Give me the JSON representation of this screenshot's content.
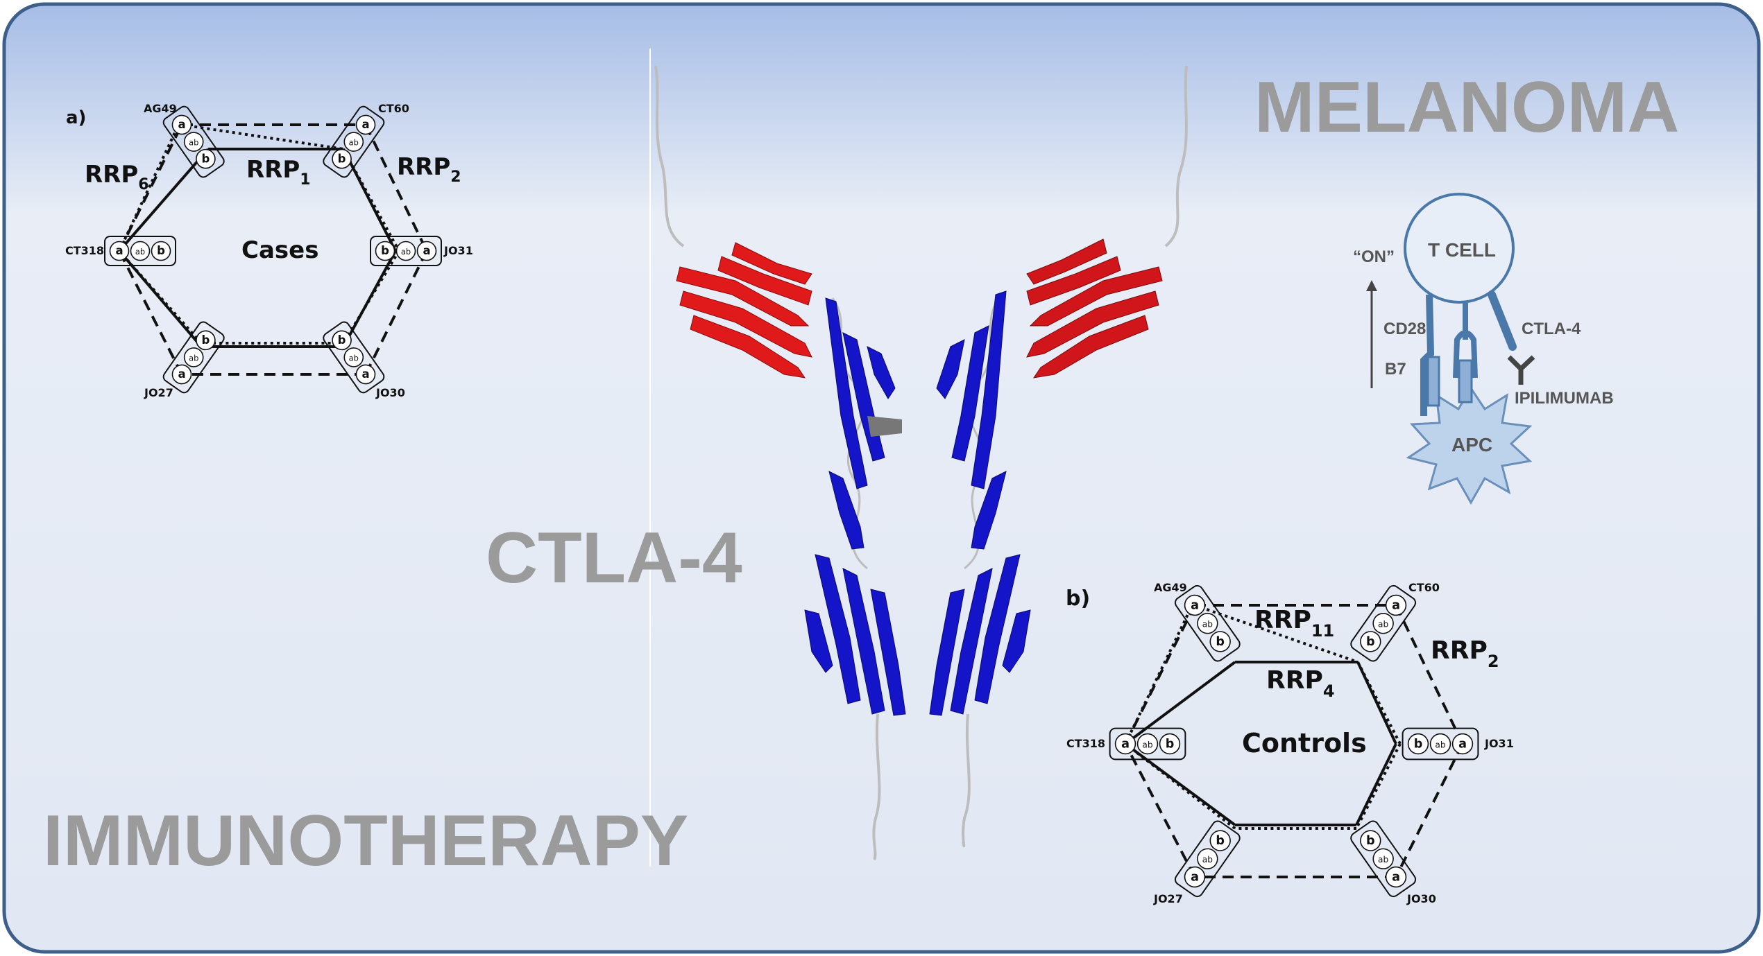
{
  "titles": {
    "melanoma": "MELANOMA",
    "ctla4": "CTLA-4",
    "immunotherapy": "IMMUNOTHERAPY"
  },
  "panel_a": {
    "label": "a)",
    "center": "Cases",
    "rrp_labels": [
      {
        "base": "RRP",
        "sub": "6"
      },
      {
        "base": "RRP",
        "sub": "1"
      },
      {
        "base": "RRP",
        "sub": "2"
      }
    ],
    "nodes": [
      "AG49",
      "CT60",
      "CT318",
      "JO31",
      "JO27",
      "JO30"
    ],
    "alleles": {
      "a": "a",
      "ab": "ab",
      "b": "b"
    }
  },
  "panel_b": {
    "label": "b)",
    "center": "Controls",
    "rrp_labels": [
      {
        "base": "RRP",
        "sub": "11"
      },
      {
        "base": "RRP",
        "sub": "4"
      },
      {
        "base": "RRP",
        "sub": "2"
      }
    ],
    "nodes": [
      "AG49",
      "CT60",
      "CT318",
      "JO31",
      "JO27",
      "JO30"
    ]
  },
  "cell_diagram": {
    "on": "“ON”",
    "tcell": "T CELL",
    "cd28": "CD28",
    "b7": "B7",
    "ctla4": "CTLA-4",
    "ipilimumab": "IPILIMUMAB",
    "apc": "APC"
  },
  "colors": {
    "bg_top": "#a9c0e6",
    "bg_mid": "#e9eef7",
    "frame": "#3e5f8a",
    "title_gray": "#9b9b9b",
    "strand_red": "#e0191b",
    "strand_blue": "#1414c8",
    "cell_blue": "#4a78a8",
    "apc_fill": "#bdd3ec"
  }
}
